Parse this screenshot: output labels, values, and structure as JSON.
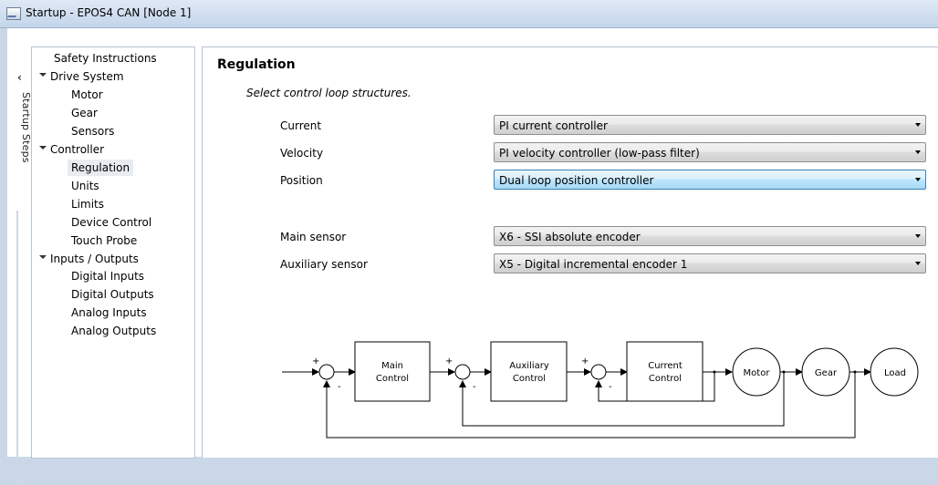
{
  "window": {
    "title": "Startup - EPOS4 CAN [Node 1]"
  },
  "sidebar": {
    "collapse_label": "Startup Steps"
  },
  "tree": {
    "items": [
      {
        "label": "Safety Instructions",
        "level": 0,
        "expandable": false
      },
      {
        "label": "Drive System",
        "level": 0,
        "expandable": true
      },
      {
        "label": "Motor",
        "level": 1
      },
      {
        "label": "Gear",
        "level": 1
      },
      {
        "label": "Sensors",
        "level": 1
      },
      {
        "label": "Controller",
        "level": 0,
        "expandable": true
      },
      {
        "label": "Regulation",
        "level": 1,
        "selected": true
      },
      {
        "label": "Units",
        "level": 1
      },
      {
        "label": "Limits",
        "level": 1
      },
      {
        "label": "Device Control",
        "level": 1
      },
      {
        "label": "Touch Probe",
        "level": 1
      },
      {
        "label": "Inputs / Outputs",
        "level": 0,
        "expandable": true
      },
      {
        "label": "Digital Inputs",
        "level": 1
      },
      {
        "label": "Digital Outputs",
        "level": 1
      },
      {
        "label": "Analog Inputs",
        "level": 1
      },
      {
        "label": "Analog Outputs",
        "level": 1
      }
    ]
  },
  "main": {
    "heading": "Regulation",
    "subtitle": "Select control loop structures.",
    "fields": {
      "current": {
        "label": "Current",
        "value": "PI current controller"
      },
      "velocity": {
        "label": "Velocity",
        "value": "PI velocity controller (low-pass filter)"
      },
      "position": {
        "label": "Position",
        "value": "Dual loop position controller"
      },
      "main_sensor": {
        "label": "Main sensor",
        "value": "X6 - SSI absolute encoder"
      },
      "aux_sensor": {
        "label": "Auxiliary sensor",
        "value": "X5 - Digital incremental encoder 1"
      }
    }
  },
  "diagram": {
    "plus": "+",
    "minus": "-",
    "main_control": [
      "Main",
      "Control"
    ],
    "aux_control": [
      "Auxiliary",
      "Control"
    ],
    "current_control": [
      "Current",
      "Control"
    ],
    "motor": "Motor",
    "gear": "Gear",
    "load": "Load"
  },
  "colors": {
    "focus_border": "#3c7fb1",
    "selection": "#e8ecf0"
  }
}
